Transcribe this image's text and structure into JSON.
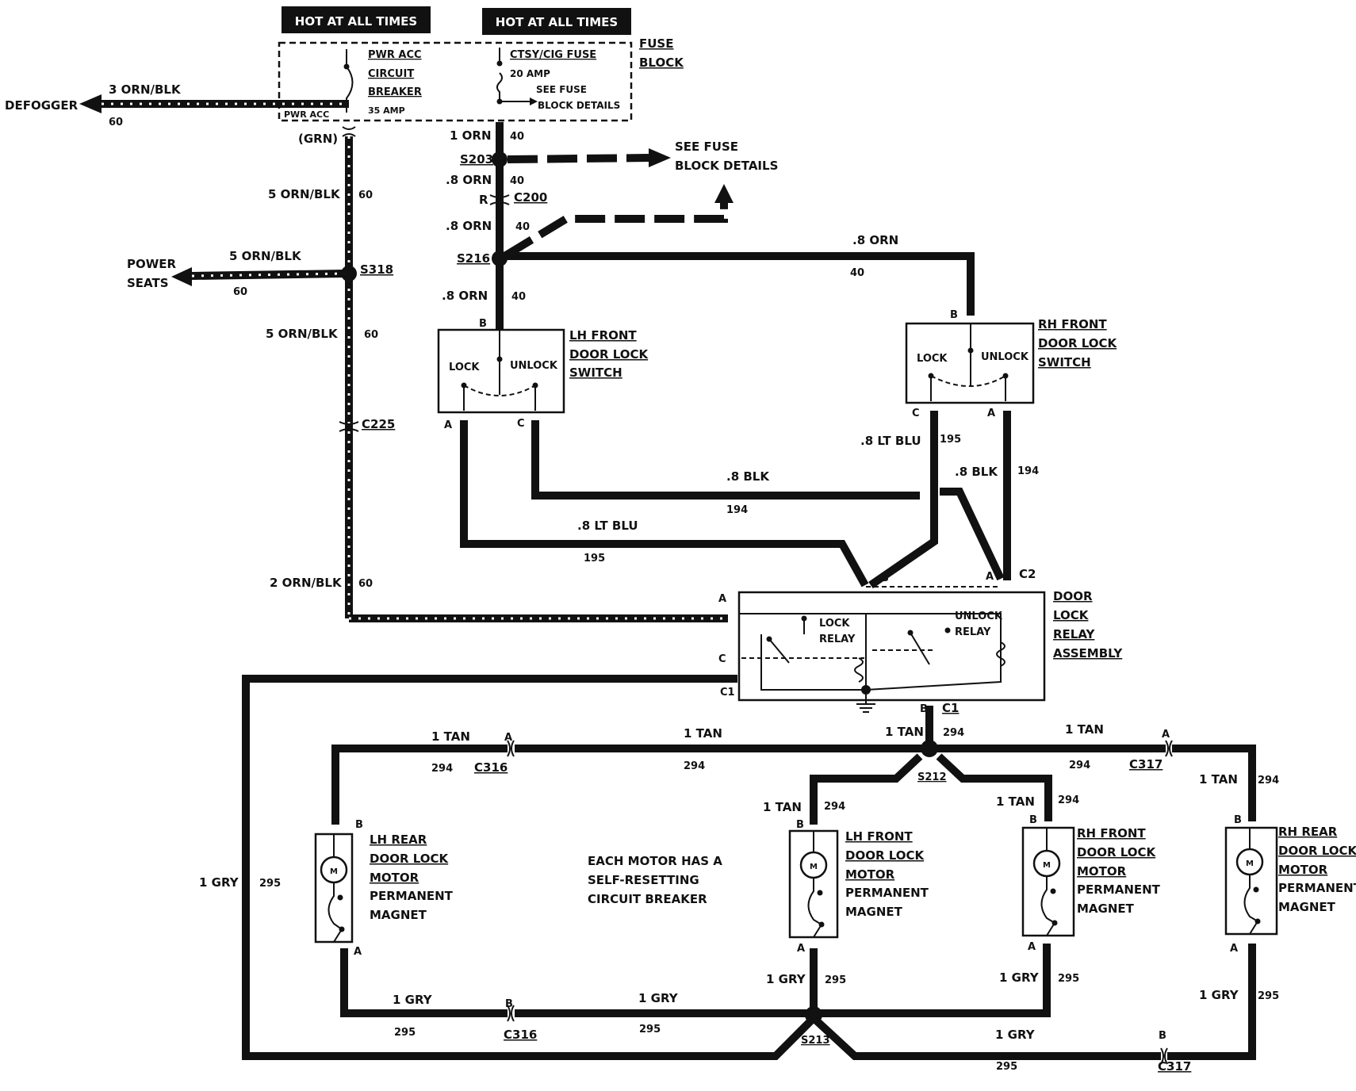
{
  "hot_labels": [
    "HOT AT ALL TIMES",
    "HOT AT ALL TIMES"
  ],
  "fuse_block": {
    "title": [
      "FUSE",
      "BLOCK"
    ],
    "pwr_acc": [
      "PWR ACC",
      "CIRCUIT",
      "BREAKER"
    ],
    "pwr_acc_amp": "35 AMP",
    "pwr_acc_term": "PWR ACC",
    "ctsy": "CTSY/CIG  FUSE",
    "ctsy_amp": "20  AMP",
    "see_fuse": [
      "SEE FUSE",
      "BLOCK DETAILS"
    ]
  },
  "defogger": {
    "name": "DEFOGGER",
    "wire": "3 ORN/BLK",
    "circuit": "60"
  },
  "grn": "(GRN)",
  "left_wires": [
    {
      "wire": "5 ORN/BLK",
      "circuit": "60"
    },
    {
      "wire": "5 ORN/BLK",
      "circuit": "60"
    },
    {
      "wire": "2 ORN/BLK",
      "circuit": "60"
    }
  ],
  "power_seats": {
    "name": [
      "POWER",
      "SEATS"
    ],
    "wire": "5 ORN/BLK",
    "circuit": "60"
  },
  "splices": {
    "s318": "S318",
    "s203": "S203",
    "s216": "S216",
    "s212": "S212",
    "s213": "S213"
  },
  "connectors": {
    "c225": "C225",
    "c200": "C200",
    "c316": "C316",
    "c317": "C317",
    "c1": "C1",
    "c2": "C2"
  },
  "orn_wires": [
    {
      "wire": "1 ORN",
      "circuit": "40"
    },
    {
      "wire": ".8 ORN",
      "circuit": "40"
    },
    {
      "wire": ".8 ORN",
      "circuit": "40"
    },
    {
      "wire": ".8 ORN",
      "circuit": "40"
    },
    {
      "wire": ".8 ORN",
      "circuit": "40"
    }
  ],
  "see_fuse_block_details": [
    "SEE FUSE",
    "BLOCK DETAILS"
  ],
  "lh_switch": {
    "title": [
      "LH FRONT",
      "DOOR LOCK",
      "SWITCH"
    ],
    "lock": "LOCK",
    "unlock": "UNLOCK"
  },
  "rh_switch": {
    "title": [
      "RH FRONT",
      "DOOR LOCK",
      "SWITCH"
    ],
    "lock": "LOCK",
    "unlock": "UNLOCK"
  },
  "mid_wires": [
    {
      "wire": ".8 LT BLU",
      "circuit": "195"
    },
    {
      "wire": ".8 BLK",
      "circuit": "194"
    },
    {
      "wire": ".8 BLK",
      "circuit": "194"
    },
    {
      "wire": ".8 LT BLU",
      "circuit": "195"
    }
  ],
  "relay": {
    "title": [
      "DOOR",
      "LOCK",
      "RELAY",
      "ASSEMBLY"
    ],
    "lock": [
      "LOCK",
      "RELAY"
    ],
    "unlock": [
      "UNLOCK",
      "RELAY"
    ]
  },
  "pins": {
    "a": "A",
    "b": "B",
    "c": "C",
    "r": "R"
  },
  "tan_wire": {
    "wire": "1 TAN",
    "circuit": "294"
  },
  "gry_wire": {
    "wire": "1 GRY",
    "circuit": "295"
  },
  "motors": [
    {
      "title": [
        "LH REAR",
        "DOOR LOCK",
        "MOTOR"
      ],
      "sub": [
        "PERMANENT",
        "MAGNET"
      ],
      "m": "M"
    },
    {
      "title": [
        "LH FRONT",
        "DOOR LOCK",
        "MOTOR"
      ],
      "sub": [
        "PERMANENT",
        "MAGNET"
      ],
      "m": "M"
    },
    {
      "title": [
        "RH FRONT",
        "DOOR LOCK",
        "MOTOR"
      ],
      "sub": [
        "PERMANENT",
        "MAGNET"
      ],
      "m": "M"
    },
    {
      "title": [
        "RH REAR",
        "DOOR LOCK",
        "MOTOR"
      ],
      "sub": [
        "PERMANENT",
        "MAGNET"
      ],
      "m": "M"
    }
  ],
  "note": [
    "EACH MOTOR HAS A",
    "SELF-RESETTING",
    "CIRCUIT BREAKER"
  ]
}
